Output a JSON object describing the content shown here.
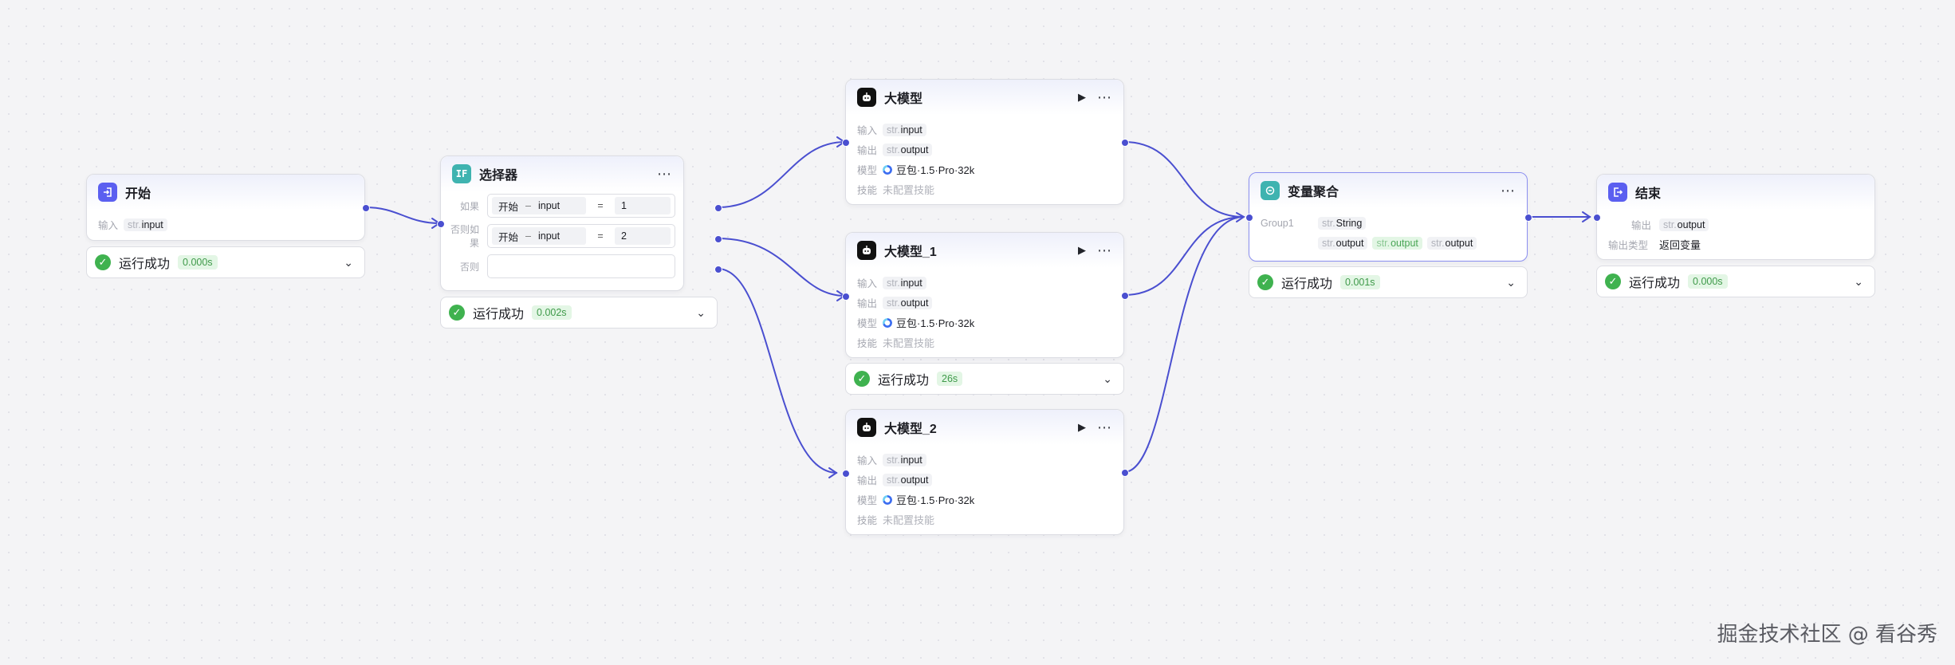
{
  "nodes": {
    "start": {
      "title": "开始",
      "input_label": "输入",
      "input_type": "str.",
      "input_name": "input",
      "status": "运行成功",
      "time": "0.000s"
    },
    "selector": {
      "title": "选择器",
      "conditions": [
        {
          "label": "如果",
          "var_node": "开始",
          "sep": "–",
          "var_name": "input",
          "op": "=",
          "value": "1"
        },
        {
          "label": "否则如果",
          "var_node": "开始",
          "sep": "–",
          "var_name": "input",
          "op": "=",
          "value": "2"
        }
      ],
      "else_label": "否则",
      "status": "运行成功",
      "time": "0.002s"
    },
    "llm": {
      "title": "大模型",
      "input_label": "输入",
      "input_type": "str.",
      "input_name": "input",
      "output_label": "输出",
      "output_type": "str.",
      "output_name": "output",
      "model_label": "模型",
      "model_name": "豆包·1.5·Pro·32k",
      "skill_label": "技能",
      "skill_value": "未配置技能"
    },
    "llm1": {
      "title": "大模型_1",
      "input_label": "输入",
      "input_type": "str.",
      "input_name": "input",
      "output_label": "输出",
      "output_type": "str.",
      "output_name": "output",
      "model_label": "模型",
      "model_name": "豆包·1.5·Pro·32k",
      "skill_label": "技能",
      "skill_value": "未配置技能",
      "status": "运行成功",
      "time": "26s"
    },
    "llm2": {
      "title": "大模型_2",
      "input_label": "输入",
      "input_type": "str.",
      "input_name": "input",
      "output_label": "输出",
      "output_type": "str.",
      "output_name": "output",
      "model_label": "模型",
      "model_name": "豆包·1.5·Pro·32k",
      "skill_label": "技能",
      "skill_value": "未配置技能"
    },
    "aggregator": {
      "title": "变量聚合",
      "group_label": "Group1",
      "group_type": "str.",
      "group_value": "String",
      "outputs": [
        {
          "type": "str.",
          "name": "output",
          "highlight": false
        },
        {
          "type": "str.",
          "name": "output",
          "highlight": true
        },
        {
          "type": "str.",
          "name": "output",
          "highlight": false
        }
      ],
      "status": "运行成功",
      "time": "0.001s"
    },
    "end": {
      "title": "结束",
      "output_label": "输出",
      "output_type": "str.",
      "output_name": "output",
      "output_kind_label": "输出类型",
      "output_kind_value": "返回变量",
      "status": "运行成功",
      "time": "0.000s"
    }
  },
  "icons": {
    "start": "login-arrow-icon",
    "selector": "if-icon",
    "llm": "robot-icon",
    "aggregator": "merge-icon",
    "end": "logout-arrow-icon",
    "more": "more-dots-icon",
    "play": "play-icon",
    "success": "check-circle-icon",
    "chevron": "chevron-down-icon"
  },
  "colors": {
    "edge": "#4a4fd0",
    "start_icon": "#5b5ff0",
    "selector_icon": "#3fb3b0",
    "llm_icon": "#111111",
    "aggregator_icon": "#3fb3b0",
    "end_icon": "#5b5ff0",
    "success": "#3fb24f"
  },
  "watermark": "掘金技术社区 @ 看谷秀"
}
